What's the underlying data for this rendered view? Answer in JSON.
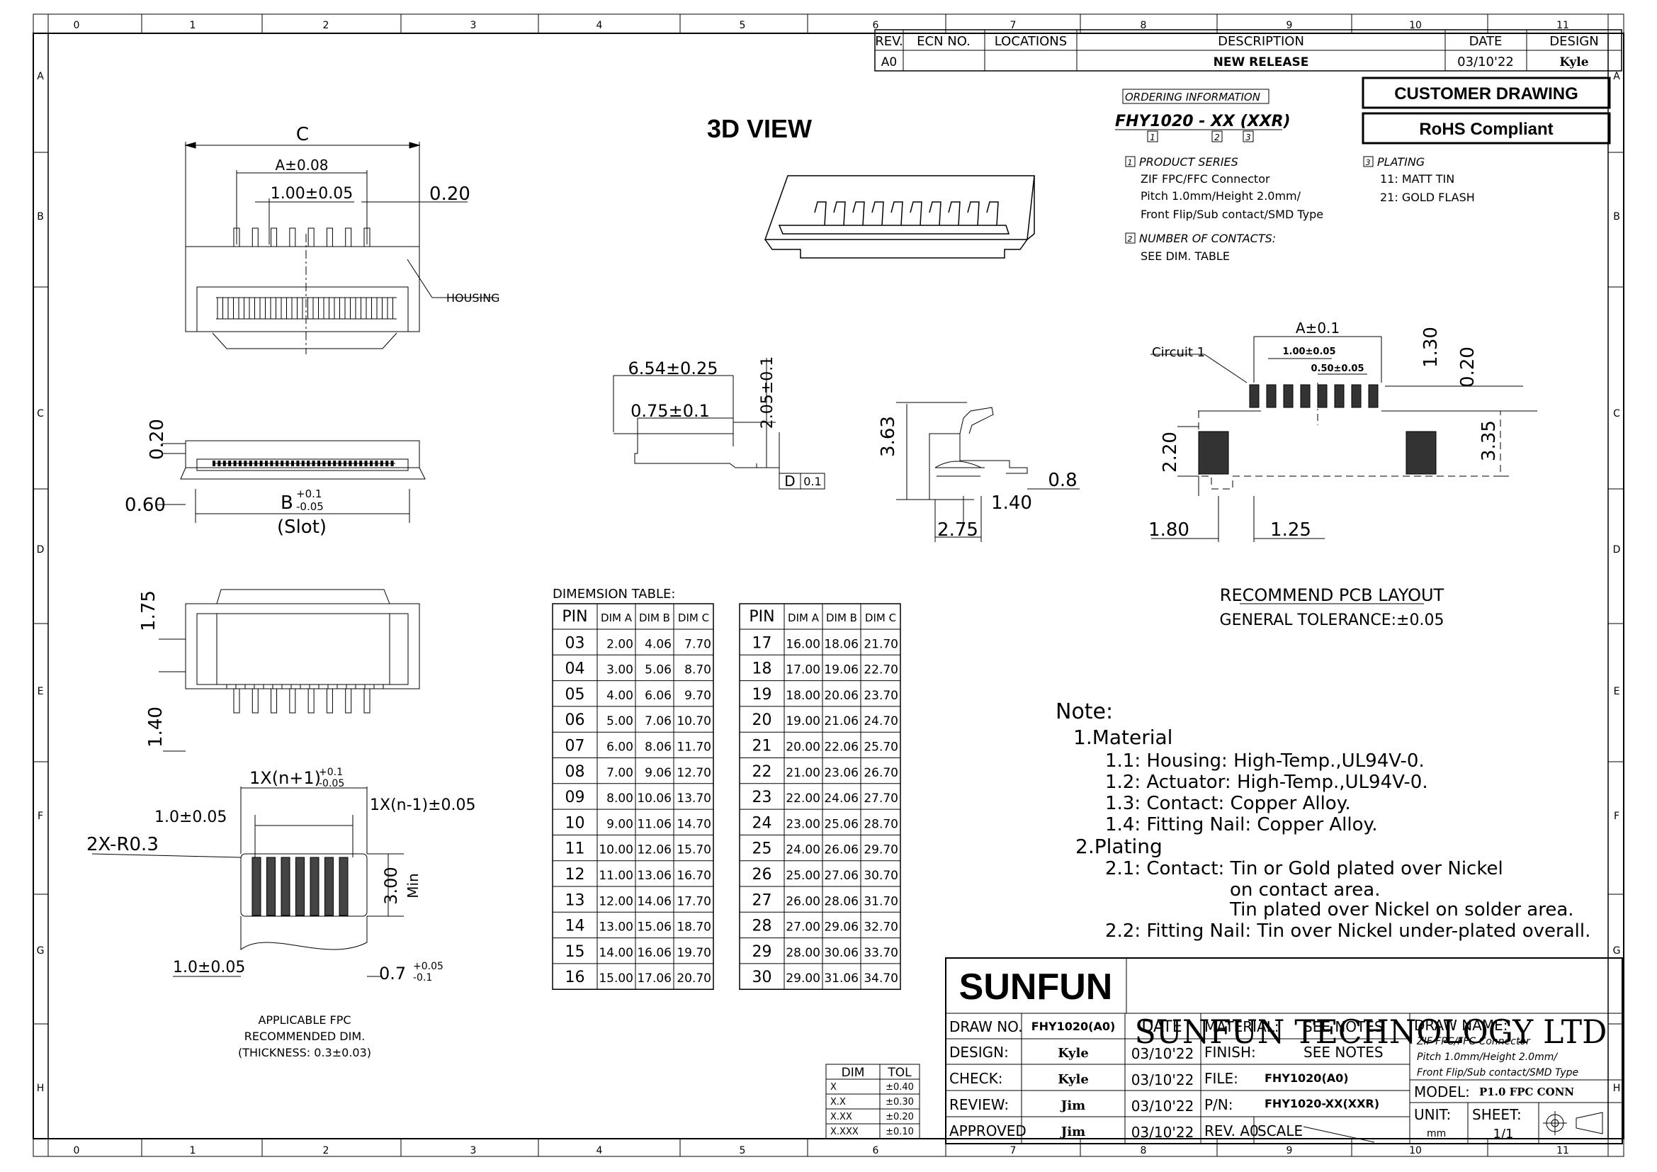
{
  "frame": {
    "cols": [
      "0",
      "1",
      "2",
      "3",
      "4",
      "5",
      "6",
      "7",
      "8",
      "9",
      "10",
      "11"
    ],
    "rows": [
      "A",
      "B",
      "C",
      "D",
      "E",
      "F",
      "G",
      "H"
    ]
  },
  "revision": {
    "headers": [
      "REV.",
      "ECN NO.",
      "LOCATIONS",
      "DESCRIPTION",
      "DATE",
      "DESIGN"
    ],
    "row": [
      "A0",
      "",
      "",
      "NEW RELEASE",
      "03/10'22",
      "Kyle"
    ]
  },
  "title_3d": "3D VIEW",
  "boxes": {
    "customer": "CUSTOMER DRAWING",
    "rohs": "RoHS Compliant"
  },
  "ordering": {
    "title": "ORDERING INFORMATION",
    "code": "FHY1020 - XX (XXR)",
    "nums": [
      "1",
      "2",
      "3"
    ],
    "product_title": "PRODUCT SERIES",
    "product_lines": [
      "ZIF FPC/FFC Connector",
      "Pitch 1.0mm/Height 2.0mm/",
      "Front Flip/Sub contact/SMD Type"
    ],
    "contacts_title": "NUMBER OF CONTACTS:",
    "contacts_line": "SEE DIM. TABLE",
    "plating_title": "PLATING",
    "plating_lines": [
      "11: MATT TIN",
      "21: GOLD FLASH"
    ]
  },
  "top_view": {
    "c": "C",
    "a": "A±0.08",
    "pitch": "1.00±0.05",
    "w": "0.20",
    "housing": "HOUSING"
  },
  "front_view": {
    "h": "0.20",
    "side": "0.60",
    "b": "B",
    "b_tol_up": "+0.1",
    "b_tol_dn": "-0.05",
    "slot": "(Slot)"
  },
  "bottom_view": {
    "d1": "1.75",
    "d2": "1.40"
  },
  "side_a": {
    "len": "6.54±0.25",
    "ins": "0.75±0.1",
    "hgt": "2.05±0.1",
    "datum": "D",
    "flat": "0.1"
  },
  "side_b": {
    "h": "3.63",
    "d1": "0.8",
    "d2": "1.40",
    "d3": "2.75"
  },
  "fpc": {
    "w1": "1X(n+1)",
    "w1_up": "+0.1",
    "w1_dn": "-0.05",
    "w2": "1X(n-1)±0.05",
    "edge": "1.0±0.05",
    "radius": "2X-R0.3",
    "min": "3.00",
    "min_lbl": "Min",
    "edge2": "1.0±0.05",
    "tail": "0.7",
    "tail_up": "+0.05",
    "tail_dn": "-0.1",
    "caption": [
      "APPLICABLE FPC",
      "RECOMMENDED DIM.",
      "(THICKNESS: 0.3±0.03)"
    ]
  },
  "pcb": {
    "a": "A±0.1",
    "p1": "1.00±0.05",
    "p2": "0.50±0.05",
    "circuit": "Circuit 1",
    "d130": "1.30",
    "d020": "0.20",
    "d220": "2.20",
    "d335": "3.35",
    "d180": "1.80",
    "d125": "1.25",
    "title": "RECOMMEND PCB LAYOUT",
    "tol": "GENERAL TOLERANCE:±0.05"
  },
  "dim_table": {
    "title": "DIMEMSION TABLE:",
    "headers": [
      "PIN",
      "DIM A",
      "DIM B",
      "DIM C"
    ],
    "left": [
      [
        "03",
        "2.00",
        "4.06",
        "7.70"
      ],
      [
        "04",
        "3.00",
        "5.06",
        "8.70"
      ],
      [
        "05",
        "4.00",
        "6.06",
        "9.70"
      ],
      [
        "06",
        "5.00",
        "7.06",
        "10.70"
      ],
      [
        "07",
        "6.00",
        "8.06",
        "11.70"
      ],
      [
        "08",
        "7.00",
        "9.06",
        "12.70"
      ],
      [
        "09",
        "8.00",
        "10.06",
        "13.70"
      ],
      [
        "10",
        "9.00",
        "11.06",
        "14.70"
      ],
      [
        "11",
        "10.00",
        "12.06",
        "15.70"
      ],
      [
        "12",
        "11.00",
        "13.06",
        "16.70"
      ],
      [
        "13",
        "12.00",
        "14.06",
        "17.70"
      ],
      [
        "14",
        "13.00",
        "15.06",
        "18.70"
      ],
      [
        "15",
        "14.00",
        "16.06",
        "19.70"
      ],
      [
        "16",
        "15.00",
        "17.06",
        "20.70"
      ]
    ],
    "right": [
      [
        "17",
        "16.00",
        "18.06",
        "21.70"
      ],
      [
        "18",
        "17.00",
        "19.06",
        "22.70"
      ],
      [
        "19",
        "18.00",
        "20.06",
        "23.70"
      ],
      [
        "20",
        "19.00",
        "21.06",
        "24.70"
      ],
      [
        "21",
        "20.00",
        "22.06",
        "25.70"
      ],
      [
        "22",
        "21.00",
        "23.06",
        "26.70"
      ],
      [
        "23",
        "22.00",
        "24.06",
        "27.70"
      ],
      [
        "24",
        "23.00",
        "25.06",
        "28.70"
      ],
      [
        "25",
        "24.00",
        "26.06",
        "29.70"
      ],
      [
        "26",
        "25.00",
        "27.06",
        "30.70"
      ],
      [
        "27",
        "26.00",
        "28.06",
        "31.70"
      ],
      [
        "28",
        "27.00",
        "29.06",
        "32.70"
      ],
      [
        "29",
        "28.00",
        "30.06",
        "33.70"
      ],
      [
        "30",
        "29.00",
        "31.06",
        "34.70"
      ]
    ]
  },
  "notes": [
    "Note:",
    "1.Material",
    "1.1: Housing: High-Temp.,UL94V-0.",
    "1.2: Actuator: High-Temp.,UL94V-0.",
    "1.3: Contact: Copper Alloy.",
    "1.4: Fitting Nail: Copper Alloy.",
    "2.Plating",
    "2.1: Contact: Tin or Gold plated over Nickel",
    "on contact area.",
    "Tin plated over Nickel on solder area.",
    "2.2: Fitting Nail: Tin over Nickel under-plated overall."
  ],
  "tol_table": {
    "headers": [
      "DIM",
      "TOL"
    ],
    "rows": [
      [
        "X",
        "±0.40"
      ],
      [
        "X.X",
        "±0.30"
      ],
      [
        "X.XX",
        "±0.20"
      ],
      [
        "X.XXX",
        "±0.10"
      ]
    ]
  },
  "title_block": {
    "logo": "SUNFUN",
    "company": "SUNFUN TECHNOLOGY LTD",
    "drawno_lbl": "DRAW NO.",
    "drawno": "FHY1020(A0)",
    "date_lbl": "DATE",
    "design_lbl": "DESIGN:",
    "design": "Kyle",
    "design_date": "03/10'22",
    "check_lbl": "CHECK:",
    "check": "Kyle",
    "check_date": "03/10'22",
    "review_lbl": "REVIEW:",
    "review": "Jim",
    "review_date": "03/10'22",
    "approved_lbl": "APPROVED",
    "approved": "Jim",
    "approved_date": "03/10'22",
    "material_lbl": "MATERIAL:",
    "material": "SEE NOTES",
    "finish_lbl": "FINISH:",
    "finish": "SEE NOTES",
    "file_lbl": "FILE:",
    "file": "FHY1020(A0)",
    "pn_lbl": "P/N:",
    "pn": "FHY1020-XX(XXR)",
    "rev_lbl": "REV. A0",
    "scale_lbl": "SCALE",
    "drawname_lbl": "DRAW NAME:",
    "drawname": [
      "ZIF FPC/FFC Connector",
      "Pitch 1.0mm/Height 2.0mm/",
      "Front Flip/Sub contact/SMD Type"
    ],
    "model_lbl": "MODEL:",
    "model": "P1.0 FPC CONN",
    "unit_lbl": "UNIT:",
    "unit": "mm",
    "sheet_lbl": "SHEET:",
    "sheet": "1/1"
  }
}
